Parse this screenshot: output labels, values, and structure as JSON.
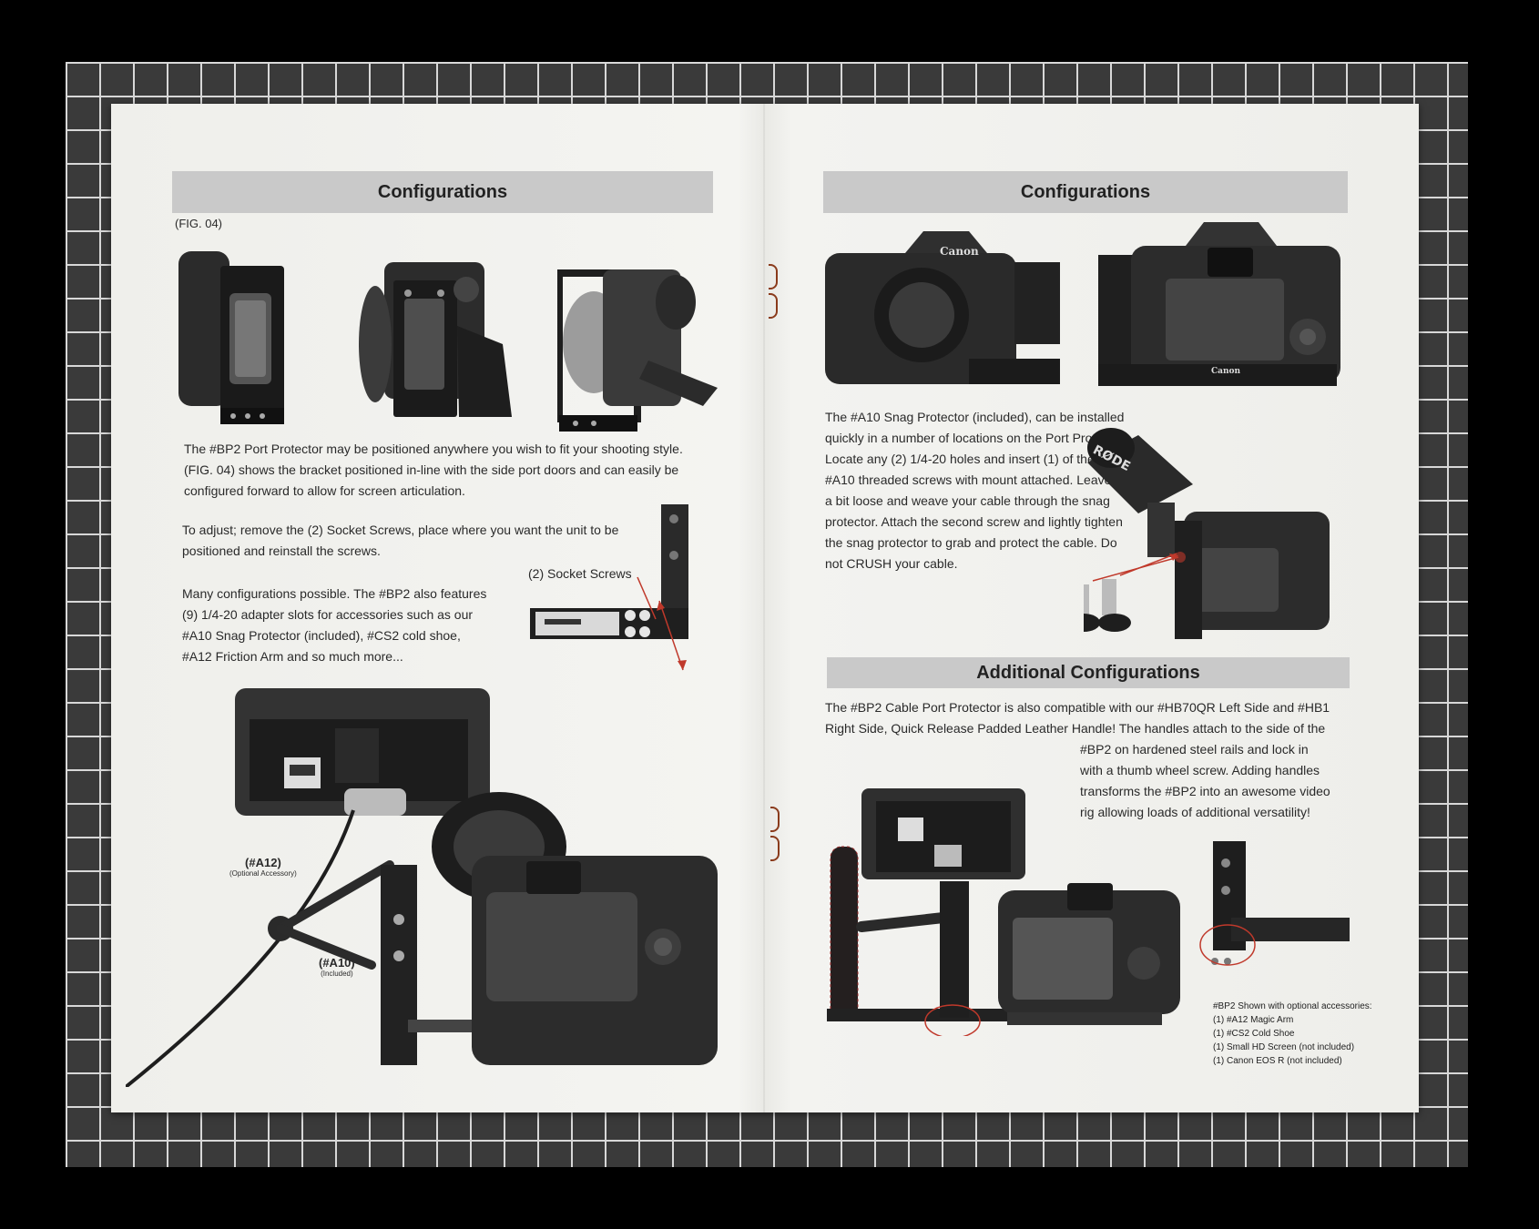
{
  "left_page": {
    "heading": "Configurations",
    "fig_label": "(FIG. 04)",
    "paragraph1": [
      "The #BP2 Port Protector may be positioned anywhere you wish to fit your shooting style.",
      "(FIG. 04) shows the bracket positioned in-line with the side port doors and can easily be",
      "configured forward to allow for screen articulation."
    ],
    "paragraph2": [
      "To adjust; remove the (2) Socket Screws, place where you want the unit to be",
      "positioned and reinstall the screws."
    ],
    "socket_callout": "(2) Socket Screws",
    "paragraph3": [
      "Many configurations possible. The #BP2 also features",
      "(9) 1/4-20 adapter slots for accessories such as our",
      "#A10 Snag Protector (included), #CS2 cold shoe,",
      "#A12 Friction Arm and so much more..."
    ],
    "label_a12": "(#A12)",
    "label_a12_sub": "(Optional Accessory)",
    "label_a10": "(#A10)",
    "label_a10_sub": "(Included)"
  },
  "right_page": {
    "heading": "Configurations",
    "camera_brand": "Canon",
    "paragraph1": [
      "The #A10 Snag Protector (included), can be installed",
      "quickly in a number of locations on the Port Protector.",
      "Locate any (2) 1/4-20 holes and insert (1) of the",
      "#A10 threaded screws with mount attached. Leave",
      "a bit loose and weave your cable through the snag",
      "protector. Attach the second screw and lightly tighten",
      "the snag protector to grab and protect the cable. Do",
      "not CRUSH your cable."
    ],
    "mic_brand": "RØDE",
    "heading2": "Additional Configurations",
    "paragraph2_full": [
      "The #BP2 Cable Port Protector is also compatible with our #HB70QR Left Side and #HB1",
      "Right Side, Quick Release Padded Leather Handle! The handles attach to the side of the"
    ],
    "paragraph2_right": [
      "#BP2 on hardened steel rails and lock in",
      "with a thumb wheel screw. Adding handles",
      "transforms the #BP2 into an awesome video",
      "rig allowing loads of additional versatility!"
    ],
    "accessories_note": [
      "#BP2 Shown with optional accessories:",
      "(1) #A12 Magic Arm",
      "(1) #CS2 Cold Shoe",
      "(1) Small HD Screen (not included)",
      "(1) Canon EOS R (not included)"
    ]
  },
  "colors": {
    "paper": "#f1f1ee",
    "heading_bar": "#c9c9c9",
    "text": "#2a2a2a",
    "annotation_red": "#c0392b",
    "staple": "#8a3b1c"
  }
}
